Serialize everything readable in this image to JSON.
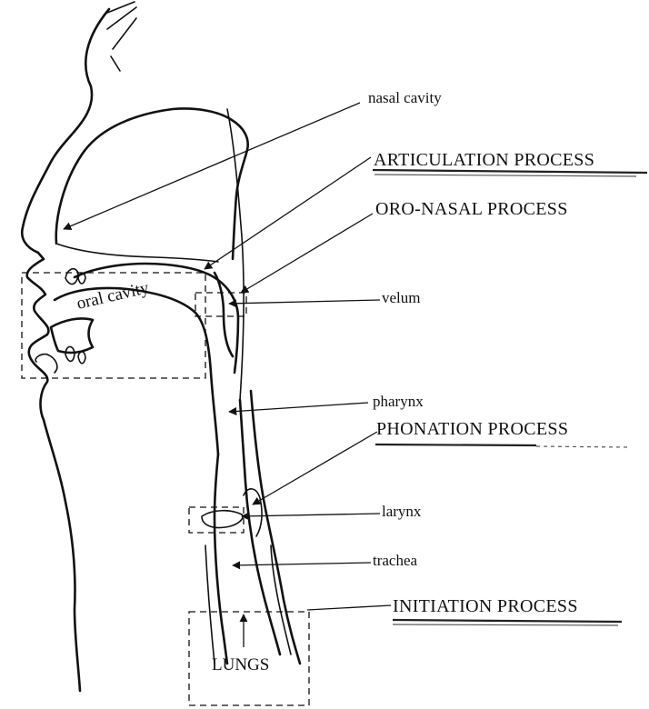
{
  "labels": {
    "nasal_cavity": "nasal cavity",
    "articulation_process": "ARTICULATION PROCESS",
    "oro_nasal_process": "ORO-NASAL PROCESS",
    "oral_cavity": "oral cavity",
    "velum": "velum",
    "pharynx": "pharynx",
    "phonation_process": "PHONATION PROCESS",
    "larynx": "larynx",
    "trachea": "trachea",
    "initiation_process": "INITIATION PROCESS",
    "lungs": "LUNGS"
  }
}
